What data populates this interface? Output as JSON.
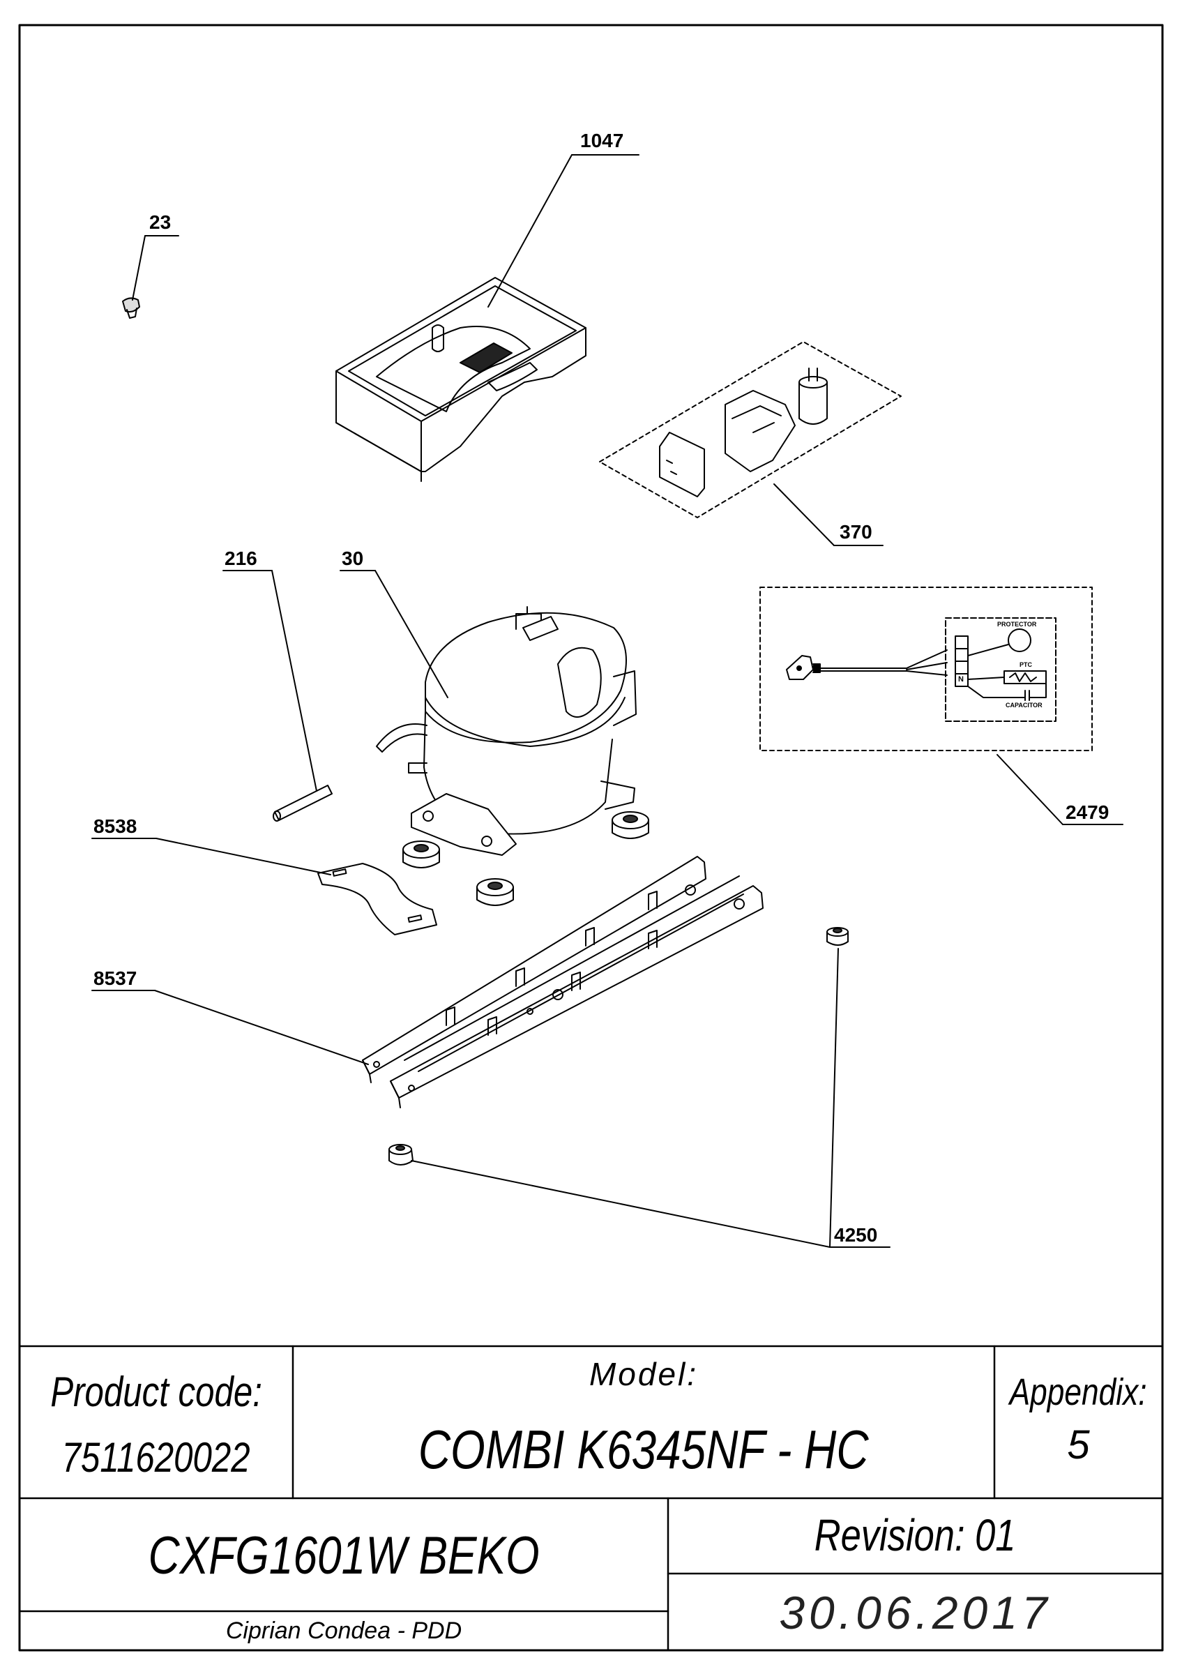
{
  "callouts": {
    "c1047": "1047",
    "c23": "23",
    "c370": "370",
    "c216": "216",
    "c30": "30",
    "c2479": "2479",
    "c8538": "8538",
    "c8537": "8537",
    "c4250": "4250"
  },
  "wiring": {
    "protector": "PROTECTOR",
    "ptc": "PTC",
    "capacitor": "CAPACITOR",
    "n": "N"
  },
  "title_block": {
    "product_code_label": "Product code:",
    "product_code": "7511620022",
    "model_label": "Model:",
    "model": "COMBI K6345NF - HC",
    "appendix_label": "Appendix:",
    "appendix": "5",
    "product_name": "CXFG1601W BEKO",
    "revision": "Revision: 01",
    "author": "Ciprian Condea - PDD",
    "date": "30.06.2017"
  }
}
